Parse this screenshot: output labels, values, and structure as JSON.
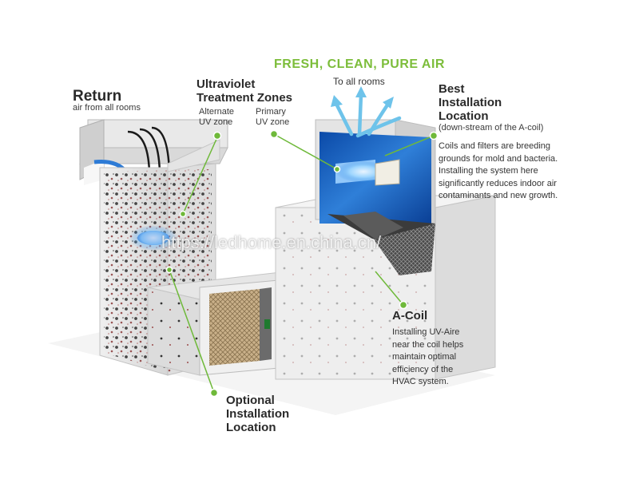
{
  "headline": "FRESH, CLEAN, PURE AIR",
  "headline_sub": "To all rooms",
  "return": {
    "title": "Return",
    "subtitle": "air from all rooms"
  },
  "uv_zones": {
    "title": "Ultraviolet\nTreatment Zones",
    "alternate": "Alternate\nUV zone",
    "primary": "Primary\nUV zone"
  },
  "best_location": {
    "title": "Best\nInstallation\nLocation",
    "subtitle": "(down-stream of the A-coil)",
    "body": "Coils and filters are breeding\ngrounds for mold and bacteria.\nInstalling the system here\nsignificantly reduces indoor air\ncontaminants and new growth."
  },
  "a_coil": {
    "title": "A-Coil",
    "body": "Installing UV-Aire\nnear the coil helps\nmaintain optimal\nefficiency of the\nHVAC system."
  },
  "optional_location": {
    "title": "Optional\nInstallation\nLocation"
  },
  "watermark": "https://ledhome.en.china.cn/",
  "colors": {
    "accent_green": "#7cbd3a",
    "arrow_blue": "#6ec3ea",
    "uv_blue": "#1f5fb8",
    "duct_gray": "#e2e2e2"
  },
  "icons": [
    "airflow-arrows-icon",
    "uv-lamp-icon",
    "callout-dot-icon"
  ]
}
